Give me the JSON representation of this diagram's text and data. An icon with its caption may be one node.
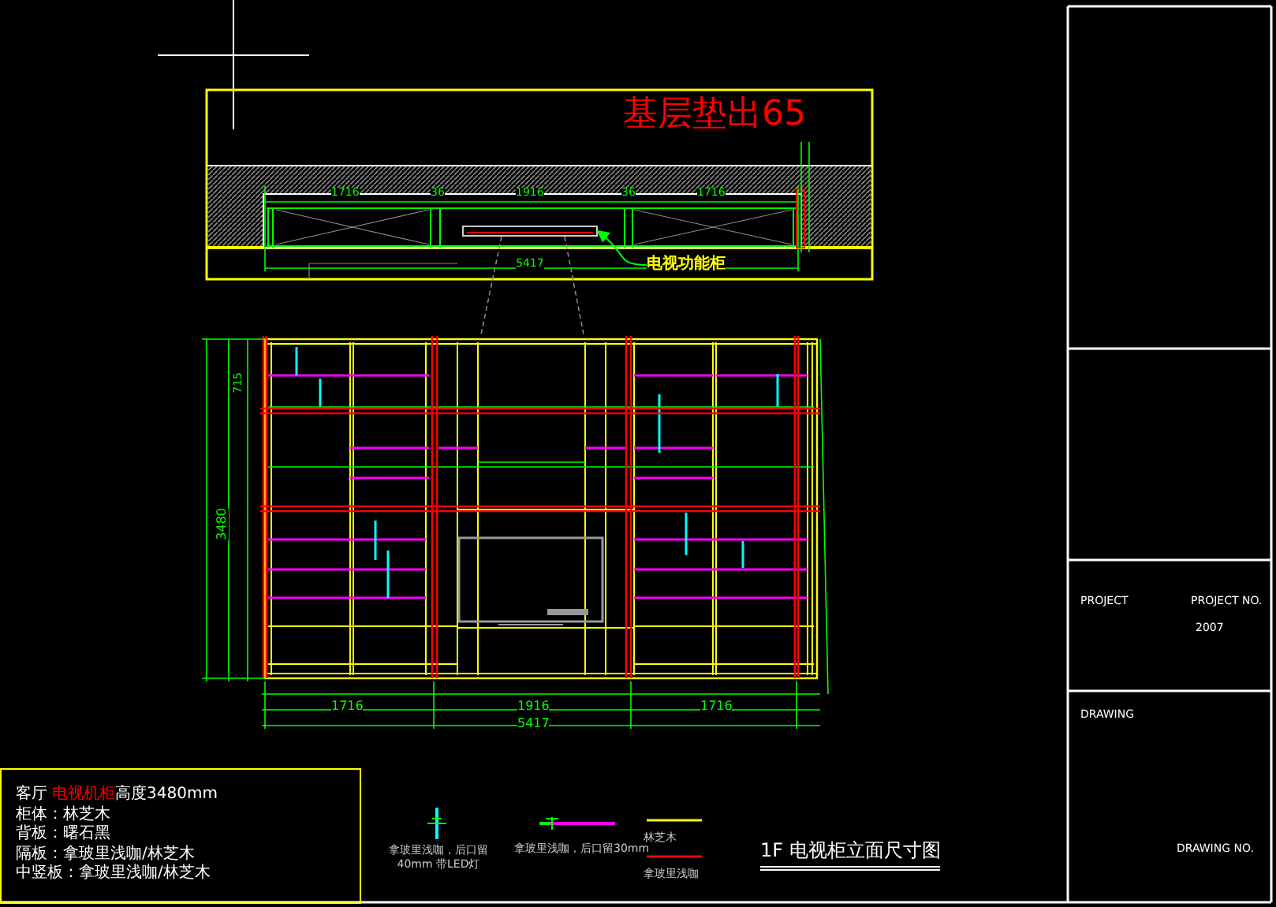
{
  "diagram": {
    "title": "1F 电视柜立面尺寸图",
    "nodes": [
      {
        "text": [
          "电视功能柜"
        ]
      },
      {
        "text": [],
        "shape": "box"
      }
    ],
    "edges": [
      {
        "from": 0,
        "to": 1,
        "arrow": "to"
      }
    ],
    "labels": [
      "基层垫出65",
      "1716",
      "36",
      "1916",
      "36",
      "1716",
      "5417",
      "715",
      "3480",
      "1716",
      "1916",
      "1716",
      "5417",
      "客厅",
      "电视机柜",
      "高度3480mm",
      "柜体：林芝木",
      "背板：曙石黑",
      "隔板：拿玻里浅咖/林芝木",
      "中竖板：拿玻里浅咖/林芝木",
      "PROJECT",
      "PROJECT NO.",
      "2007",
      "DRAWING",
      "DRAWING NO."
    ],
    "legend": [
      {
        "text": "拿玻里浅咖，后口留40mm 带LED灯"
      },
      {
        "text": "拿玻里浅咖，后口留30mm"
      },
      {
        "text": "林芝木"
      },
      {
        "text": "拿玻里浅咖"
      }
    ]
  }
}
